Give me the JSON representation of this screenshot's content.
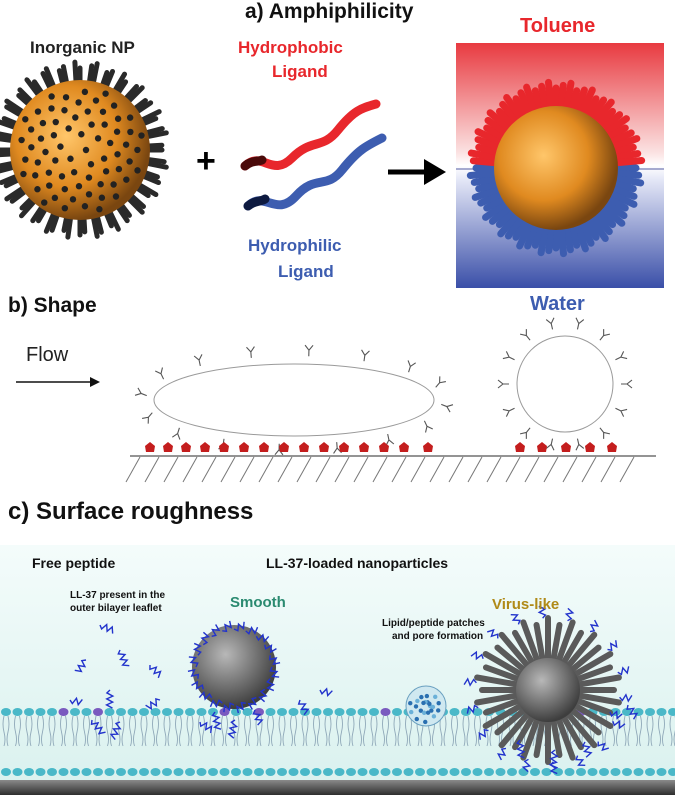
{
  "panel_a": {
    "title": "a) Amphiphilicity",
    "np_label": "Inorganic NP",
    "plus": "+",
    "hydrophobic_line1": "Hydrophobic",
    "hydrophobic_line2": "Ligand",
    "hydrophilic_line1": "Hydrophilic",
    "hydrophilic_line2": "Ligand",
    "toluene": "Toluene",
    "water": "Water",
    "colors": {
      "hydrophobic": "#e8272c",
      "hydrophilic": "#3d5db0",
      "core": "#f0a030",
      "spike": "#2a2a2a"
    }
  },
  "panel_b": {
    "title": "b) Shape",
    "flow": "Flow",
    "colors": {
      "receptor": "#c41e1e"
    }
  },
  "panel_c": {
    "title": "c) Surface roughness",
    "free_peptide": "Free peptide",
    "loaded": "LL-37-loaded nanoparticles",
    "note1_line1": "LL-37 present in the",
    "note1_line2": "outer bilayer leaflet",
    "smooth": "Smooth",
    "note2_line1": "Lipid/peptide patches",
    "note2_line2": "and pore formation",
    "virus_like": "Virus-like",
    "colors": {
      "smooth": "#2a8a70",
      "virus_like": "#b08a18",
      "background": "#e6f6f4",
      "peptide": "#2233cc"
    }
  }
}
